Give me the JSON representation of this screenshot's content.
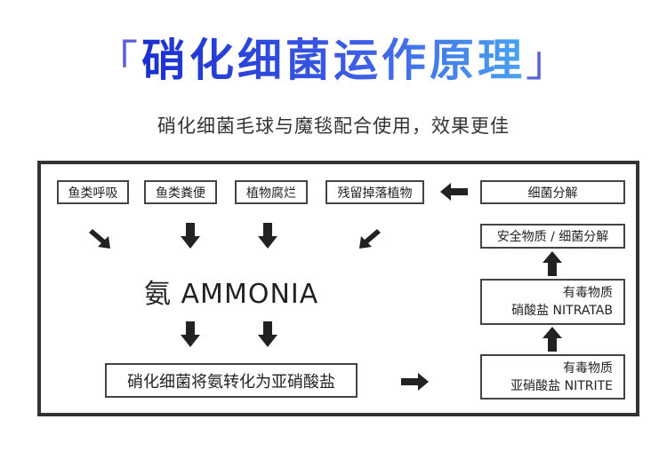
{
  "title": {
    "left_bracket": "「",
    "text": "硝化细菌运作原理",
    "right_bracket": "」"
  },
  "subtitle": "硝化细菌毛球与魔毯配合使用，效果更佳",
  "diagram": {
    "sources": [
      "鱼类呼吸",
      "鱼类粪便",
      "植物腐烂",
      "残留掉落植物"
    ],
    "decompose": "细菌分解",
    "safe_substance": "安全物质 / 细菌分解",
    "nitrate": {
      "line1": "有毒物质",
      "line2": "硝酸盐 NITRATAB"
    },
    "nitrite": {
      "line1": "有毒物质",
      "line2": "亚硝酸盐 NITRITE"
    },
    "ammonia": "氨 AMMONIA",
    "conversion": "硝化细菌将氨转化为亚硝酸盐"
  },
  "colors": {
    "title_gradient_start": "#1b2fd0",
    "title_gradient_end": "#4aa3f0",
    "bracket": "#5a62d8",
    "border": "#333333",
    "arrow": "#222222"
  }
}
